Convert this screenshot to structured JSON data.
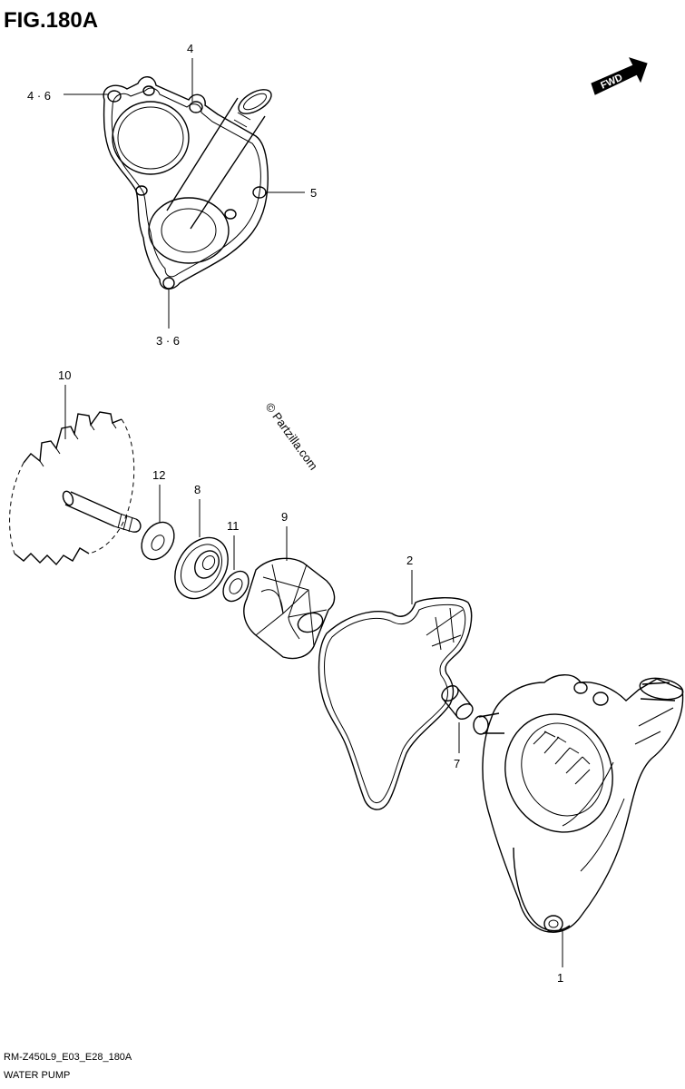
{
  "header": {
    "title": "FIG.180A"
  },
  "direction_badge": {
    "label": "FWD"
  },
  "watermark": {
    "text": "© Partzilla.com"
  },
  "callouts": {
    "c1": "1",
    "c2": "2",
    "c3_6": "3 · 6",
    "c4": "4",
    "c4_6": "4 · 6",
    "c5": "5",
    "c7": "7",
    "c8": "8",
    "c9": "9",
    "c10": "10",
    "c11": "11",
    "c12": "12"
  },
  "footer": {
    "code": "RM-Z450L9_E03_E28_180A",
    "caption": "WATER PUMP"
  }
}
